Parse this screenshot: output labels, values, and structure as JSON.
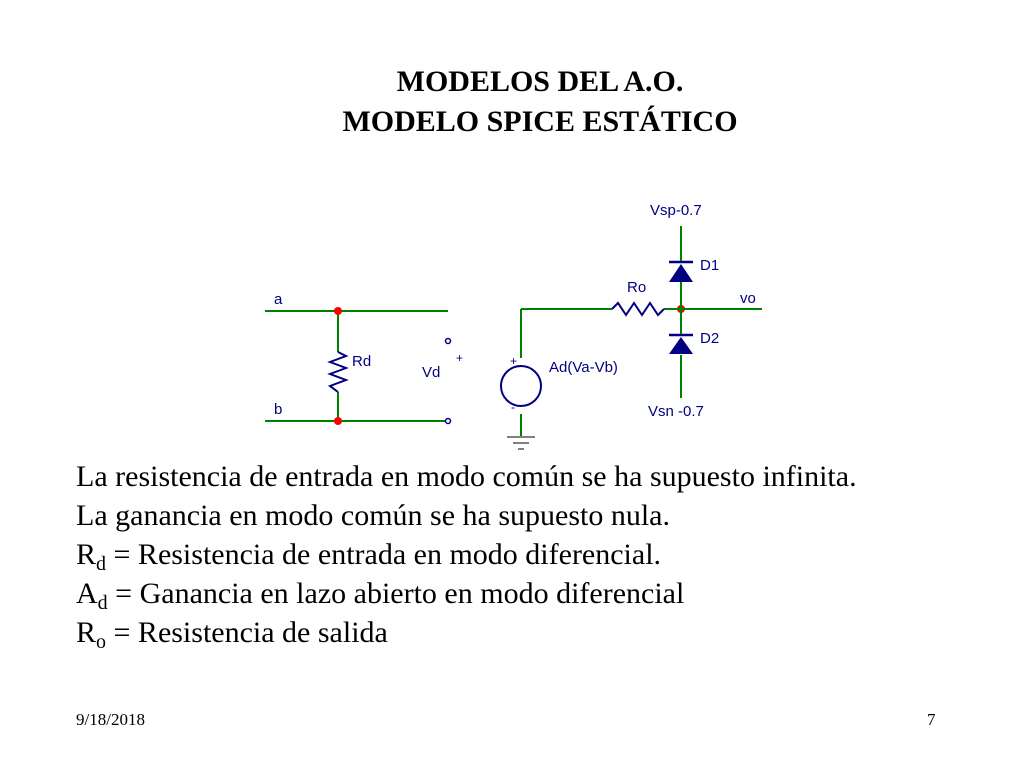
{
  "title": {
    "line1": "MODELOS DEL A.O.",
    "line2": "MODELO SPICE ESTÁTICO"
  },
  "circuit": {
    "labels": {
      "node_a": "a",
      "node_b": "b",
      "rd": "Rd",
      "vd": "Vd",
      "vd_plus": "+",
      "source_plus": "+",
      "source_minus": "-",
      "source": "Ad(Va-Vb)",
      "ro": "Ro",
      "vo": "vo",
      "d1": "D1",
      "d2": "D2",
      "vsp": "Vsp-0.7",
      "vsn": "Vsn -0.7"
    },
    "colors": {
      "wire": "#008000",
      "component": "#000080",
      "node_dot": "#ff0000",
      "ground": "#808080"
    }
  },
  "body": {
    "line1": "La resistencia de entrada en modo común se ha supuesto infinita.",
    "line2": "La ganancia en modo común se ha supuesto nula.",
    "line3": {
      "main": "R",
      "sub": "d",
      "rest": " = Resistencia de entrada en modo diferencial."
    },
    "line4": {
      "main": "A",
      "sub": "d",
      "rest": " = Ganancia en lazo abierto en modo diferencial"
    },
    "line5": {
      "main": "R",
      "sub": "o",
      "rest": " =  Resistencia de salida"
    }
  },
  "footer": {
    "date": "9/18/2018",
    "page": "7"
  }
}
